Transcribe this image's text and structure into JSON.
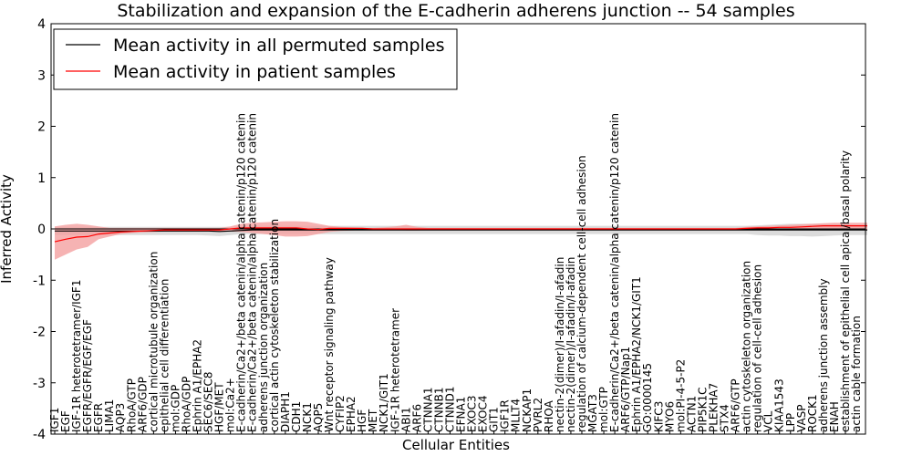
{
  "chart_data": {
    "type": "line",
    "title": "Stabilization and expansion of the E-cadherin adherens junction -- 54 samples",
    "xlabel": "Cellular Entities",
    "ylabel": "Inferred Activity",
    "ylim": [
      -4,
      4
    ],
    "yticks": [
      "-4",
      "-3",
      "-2",
      "-1",
      "0",
      "1",
      "2",
      "3",
      "4"
    ],
    "grid": false,
    "legend_position": "top-left",
    "colors": {
      "permuted": "#000000",
      "patient": "#ff0000",
      "patient_band": "#f4a0a0",
      "permuted_band": "#cccccc"
    },
    "categories": [
      "IGF1",
      "EGF",
      "IGF-1R heterotetramer/IGF1",
      "EGFR/EGFR/EGF/EGF",
      "EGFR",
      "LIMA1",
      "AQP3",
      "RhoA/GTP",
      "ARF6/GDP",
      "cortical microtubule organization",
      "epithelial cell differentiation",
      "mol:GDP",
      "RhoA/GDP",
      "Ephrin A1/EPHA2",
      "SEC6/SEC8",
      "HGF/MET",
      "mol:Ca2+",
      "E-cadherin/Ca2+/beta catenin/alpha catenin/p120 catenin",
      "E-cadherin/Ca2+/beta catenin/alpha catenin/p120 catenin",
      "adherens junction organization",
      "cortical actin cytoskeleton stabilization",
      "DIAPH1",
      "CDH1",
      "NCK1",
      "AQP5",
      "Wnt receptor signaling pathway",
      "CYFIP2",
      "EPHA2",
      "HGF",
      "MET",
      "NCK1/GIT1",
      "IGF-1R heterotetramer",
      "ABI1",
      "ARF6",
      "CTNNA1",
      "CTNNB1",
      "CTNND1",
      "EFNA1",
      "EXOC3",
      "EXOC4",
      "GIT1",
      "IGF1R",
      "MLLT4",
      "NCKAP1",
      "PVRL2",
      "RHOA",
      "nectin-2(dimer)/I-afadin/I-afadin",
      "nectin-2(dimer)/I-afadin/I-afadin",
      "regulation of calcium-dependent cell-cell adhesion",
      "MGAT3",
      "mol:GTP",
      "E-cadherin/Ca2+/beta catenin/alpha catenin/p120 catenin",
      "ARF6/GTP/Nap1",
      "Ephrin A1/EPHA2/NCK1/GIT1",
      "GO:0000145",
      "KIFC3",
      "MYO6",
      "mol:PI-4-5-P2",
      "ACTN1",
      "PIP5K1C",
      "PLEKHA7",
      "STX4",
      "ARF6/GTP",
      "actin cytoskeleton organization",
      "regulation of cell-cell adhesion",
      "VCL",
      "KIAA1543",
      "LPP",
      "VASP",
      "ROCK1",
      "adherens junction assembly",
      "ENAH",
      "establishment of epithelial cell apical/basal polarity",
      "actin cable formation"
    ],
    "series": [
      {
        "name": "Mean activity in all permuted samples",
        "values": [
          -0.04,
          -0.04,
          -0.04,
          -0.04,
          -0.04,
          -0.04,
          -0.04,
          -0.04,
          -0.04,
          -0.04,
          -0.04,
          -0.04,
          -0.04,
          -0.04,
          -0.04,
          -0.05,
          -0.04,
          -0.03,
          -0.02,
          -0.02,
          -0.02,
          -0.02,
          -0.02,
          -0.02,
          -0.02,
          -0.02,
          -0.02,
          -0.02,
          -0.02,
          -0.02,
          -0.02,
          -0.02,
          -0.02,
          -0.02,
          -0.02,
          -0.02,
          -0.02,
          -0.02,
          -0.02,
          -0.02,
          -0.02,
          -0.02,
          -0.02,
          -0.02,
          -0.02,
          -0.02,
          -0.02,
          -0.02,
          -0.02,
          -0.02,
          -0.02,
          -0.02,
          -0.02,
          -0.02,
          -0.02,
          -0.02,
          -0.02,
          -0.02,
          -0.02,
          -0.02,
          -0.02,
          -0.02,
          -0.02,
          -0.02,
          -0.02,
          -0.02,
          -0.02,
          -0.02,
          -0.02,
          -0.02,
          -0.02,
          -0.02,
          -0.02,
          -0.02,
          -0.02
        ],
        "lower": [
          -0.12,
          -0.12,
          -0.12,
          -0.12,
          -0.12,
          -0.12,
          -0.12,
          -0.12,
          -0.12,
          -0.12,
          -0.12,
          -0.12,
          -0.12,
          -0.12,
          -0.13,
          -0.14,
          -0.12,
          -0.1,
          -0.1,
          -0.1,
          -0.1,
          -0.1,
          -0.1,
          -0.1,
          -0.1,
          -0.1,
          -0.1,
          -0.1,
          -0.1,
          -0.1,
          -0.1,
          -0.1,
          -0.1,
          -0.1,
          -0.1,
          -0.1,
          -0.1,
          -0.1,
          -0.1,
          -0.1,
          -0.1,
          -0.1,
          -0.1,
          -0.1,
          -0.1,
          -0.1,
          -0.1,
          -0.1,
          -0.1,
          -0.1,
          -0.1,
          -0.1,
          -0.1,
          -0.1,
          -0.1,
          -0.1,
          -0.1,
          -0.1,
          -0.1,
          -0.1,
          -0.1,
          -0.1,
          -0.1,
          -0.1,
          -0.12,
          -0.13,
          -0.13,
          -0.14,
          -0.14,
          -0.15,
          -0.14,
          -0.13,
          -0.12,
          -0.12,
          -0.12
        ],
        "upper": [
          0.04,
          0.04,
          0.04,
          0.04,
          0.04,
          0.04,
          0.04,
          0.04,
          0.04,
          0.04,
          0.04,
          0.04,
          0.04,
          0.04,
          0.04,
          0.04,
          0.04,
          0.05,
          0.06,
          0.06,
          0.06,
          0.06,
          0.06,
          0.06,
          0.06,
          0.06,
          0.06,
          0.06,
          0.06,
          0.06,
          0.06,
          0.06,
          0.06,
          0.06,
          0.06,
          0.06,
          0.06,
          0.06,
          0.06,
          0.06,
          0.06,
          0.06,
          0.06,
          0.06,
          0.06,
          0.06,
          0.06,
          0.06,
          0.06,
          0.06,
          0.06,
          0.06,
          0.06,
          0.06,
          0.06,
          0.06,
          0.06,
          0.06,
          0.06,
          0.06,
          0.06,
          0.06,
          0.06,
          0.06,
          0.07,
          0.08,
          0.09,
          0.1,
          0.1,
          0.1,
          0.1,
          0.1,
          0.09,
          0.08,
          0.08
        ]
      },
      {
        "name": "Mean activity in patient samples",
        "values": [
          -0.25,
          -0.2,
          -0.16,
          -0.15,
          -0.1,
          -0.08,
          -0.06,
          -0.05,
          -0.04,
          -0.03,
          -0.02,
          -0.02,
          -0.02,
          -0.02,
          -0.02,
          -0.02,
          0.0,
          0.02,
          0.02,
          0.02,
          0.02,
          0.02,
          0.02,
          0.0,
          -0.01,
          0.01,
          0.01,
          0.01,
          0.01,
          0.0,
          0.0,
          0.0,
          0.0,
          0.0,
          0.0,
          0.0,
          0.0,
          0.0,
          0.0,
          0.0,
          0.0,
          0.0,
          0.0,
          0.0,
          0.0,
          0.0,
          0.0,
          0.0,
          0.0,
          0.0,
          0.0,
          0.0,
          0.0,
          0.0,
          0.0,
          0.0,
          0.0,
          0.0,
          0.0,
          0.0,
          0.0,
          0.0,
          0.0,
          0.01,
          0.02,
          0.02,
          0.03,
          0.03,
          0.04,
          0.05,
          0.06,
          0.06,
          0.06,
          0.06,
          0.06
        ],
        "lower": [
          -0.6,
          -0.5,
          -0.4,
          -0.35,
          -0.2,
          -0.15,
          -0.1,
          -0.08,
          -0.07,
          -0.06,
          -0.05,
          -0.05,
          -0.05,
          -0.05,
          -0.05,
          -0.05,
          -0.05,
          -0.06,
          -0.08,
          -0.1,
          -0.12,
          -0.15,
          -0.15,
          -0.14,
          -0.1,
          -0.06,
          -0.04,
          -0.03,
          -0.02,
          -0.02,
          -0.02,
          -0.02,
          -0.03,
          -0.03,
          -0.02,
          -0.02,
          -0.02,
          -0.02,
          -0.02,
          -0.02,
          -0.02,
          -0.02,
          -0.02,
          -0.02,
          -0.02,
          -0.02,
          -0.02,
          -0.02,
          -0.02,
          -0.02,
          -0.02,
          -0.02,
          -0.02,
          -0.02,
          -0.02,
          -0.02,
          -0.02,
          -0.02,
          -0.02,
          -0.02,
          -0.02,
          -0.02,
          -0.02,
          -0.02,
          -0.02,
          -0.02,
          -0.02,
          -0.02,
          -0.02,
          -0.02,
          -0.02,
          -0.02,
          -0.02,
          -0.02,
          -0.02
        ],
        "upper": [
          0.05,
          0.08,
          0.1,
          0.08,
          0.05,
          0.02,
          0.02,
          0.02,
          0.02,
          0.02,
          0.02,
          0.02,
          0.02,
          0.02,
          0.02,
          0.02,
          0.05,
          0.1,
          0.12,
          0.13,
          0.14,
          0.15,
          0.15,
          0.14,
          0.1,
          0.06,
          0.04,
          0.03,
          0.02,
          0.02,
          0.03,
          0.05,
          0.08,
          0.04,
          0.02,
          0.02,
          0.02,
          0.02,
          0.02,
          0.02,
          0.02,
          0.02,
          0.02,
          0.02,
          0.02,
          0.02,
          0.02,
          0.02,
          0.02,
          0.02,
          0.02,
          0.02,
          0.02,
          0.02,
          0.02,
          0.02,
          0.02,
          0.02,
          0.02,
          0.02,
          0.02,
          0.02,
          0.02,
          0.04,
          0.05,
          0.06,
          0.07,
          0.08,
          0.09,
          0.1,
          0.11,
          0.12,
          0.12,
          0.12,
          0.12
        ]
      }
    ]
  }
}
